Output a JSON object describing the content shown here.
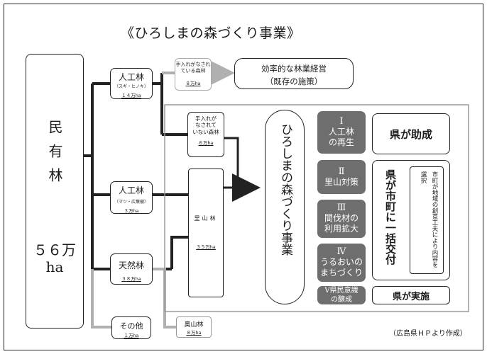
{
  "title": "《ひろしまの森づくり事業》",
  "private_forest": {
    "label": "民有林",
    "area_line1": "５６万",
    "area_line2": "ha"
  },
  "plantation_sugi": {
    "label": "人工林",
    "species": "（スギ・ヒノキ）",
    "area": "１４万ha"
  },
  "plantation_matsu": {
    "label": "人工林",
    "species": "（マツ・広葉樹）",
    "area": "３万ha"
  },
  "natural_forest": {
    "label": "天然林",
    "area": "３８万ha"
  },
  "other": {
    "label": "その他",
    "area": "１万ha"
  },
  "managed_forest": {
    "label_line1": "手入れがなされ",
    "label_line2": "ている森林",
    "area": "８万ha"
  },
  "efficient_management": {
    "line1": "効率的な林業経営",
    "line2": "（既存の施策）"
  },
  "unmanaged_forest": {
    "label_line1": "手入れが",
    "label_line2": "なされて",
    "label_line3": "いない森林",
    "area": "６万ha"
  },
  "satoyama": {
    "label": "里山林",
    "area": "３５万ha"
  },
  "okuyama": {
    "label": "奥山林",
    "area": "８万ha"
  },
  "project": {
    "label": "ひろしまの森づくり事業"
  },
  "measures": [
    {
      "num": "Ⅰ",
      "line1": "人工林",
      "line2": "の再生"
    },
    {
      "num": "Ⅱ",
      "line1": "里山対策",
      "line2": ""
    },
    {
      "num": "Ⅲ",
      "line1": "間伐材の",
      "line2": "利用拡大"
    },
    {
      "num": "Ⅳ",
      "line1": "うるおいの",
      "line2": "まちづくり"
    },
    {
      "num": "Ⅴ",
      "line1": "県民意識",
      "line2": "の醸成"
    }
  ],
  "funding": {
    "prefecture_grant": "県が助成",
    "lump_sum": "県が市町に一括交付",
    "municipal_note": "市町が地域の創意工夫により内容を選択",
    "prefecture_implements": "県が実施"
  },
  "source": "（広島県ＨＰより作成）",
  "colors": {
    "measure_fill": "#6e6e6e",
    "line": "#222222",
    "gray_arrow": "#b0b0b0"
  }
}
